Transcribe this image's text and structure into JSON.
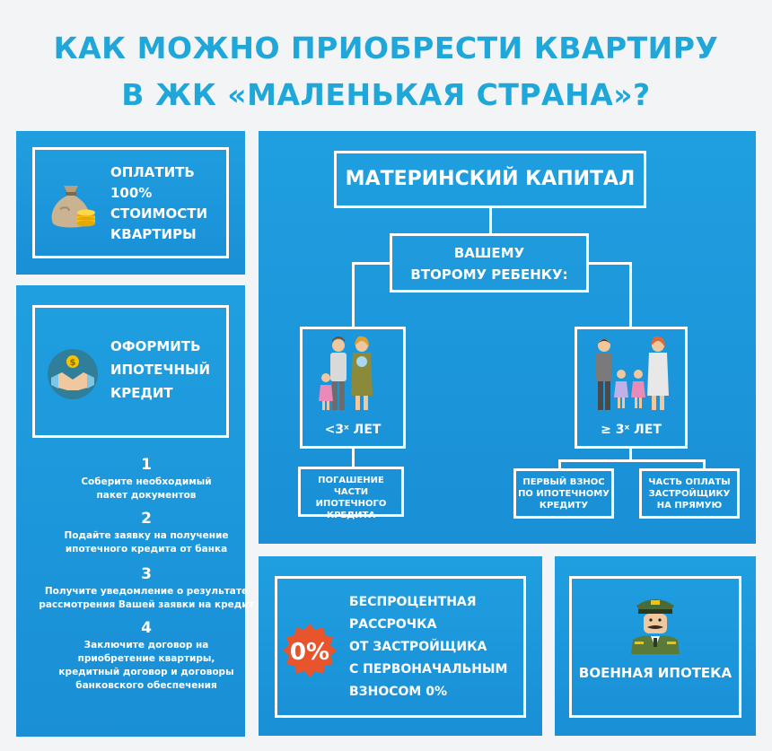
{
  "title": {
    "line1": "КАК МОЖНО ПРИОБРЕСТИ КВАРТИРУ",
    "line2": "В ЖК «МАЛЕНЬКАЯ СТРАНА»?"
  },
  "pay_full": {
    "lines": [
      "ОПЛАТИТЬ",
      "100%",
      "СТОИМОСТИ",
      "КВАРТИРЫ"
    ],
    "icon": "money-bag-icon"
  },
  "mortgage": {
    "lines": [
      "ОФОРМИТЬ",
      "ИПОТЕЧНЫЙ",
      "КРЕДИТ"
    ],
    "icon": "handshake-icon",
    "steps": [
      {
        "num": "1",
        "text": [
          "Соберите необходимый",
          "пакет документов"
        ]
      },
      {
        "num": "2",
        "text": [
          "Подайте заявку на получение",
          "ипотечного кредита от банка"
        ]
      },
      {
        "num": "3",
        "text": [
          "Получите уведомление о результате",
          "рассмотрения Вашей заявки на кредит"
        ]
      },
      {
        "num": "4",
        "text": [
          "Заключите договор на",
          "приобретение квартиры,",
          "кредитный договор и договоры",
          "банковского обеспечения"
        ]
      }
    ]
  },
  "maternity": {
    "title": "МАТЕРИНСКИЙ КАПИТАЛ",
    "subtitle": [
      "ВАШЕМУ",
      "ВТОРОМУ РЕБЕНКУ:"
    ],
    "left_label": "<3ˣ ЛЕТ",
    "right_label": "≥ 3ˣ ЛЕТ",
    "left_option": [
      "ПОГАШЕНИЕ ЧАСТИ",
      "ИПОТЕЧНОГО",
      "КРЕДИТА"
    ],
    "right_option_1": [
      "ПЕРВЫЙ ВЗНОС",
      "ПО ИПОТЕЧНОМУ",
      "КРЕДИТУ"
    ],
    "right_option_2": [
      "ЧАСТЬ ОПЛАТЫ",
      "ЗАСТРОЙЩИКУ",
      "НА ПРЯМУЮ"
    ]
  },
  "installment": {
    "badge": "0%",
    "lines": [
      "БЕСПРОЦЕНТНАЯ",
      "РАССРОЧКА",
      "ОТ ЗАСТРОЙЩИКА",
      "С ПЕРВОНАЧАЛЬНЫМ",
      "ВЗНОСОМ 0%"
    ]
  },
  "military": {
    "label": "ВОЕННАЯ ИПОТЕКА",
    "icon": "soldier-icon"
  },
  "colors": {
    "title": "#1ea7d8",
    "panel": "#1f9fe0",
    "badge": "#e8542b"
  }
}
